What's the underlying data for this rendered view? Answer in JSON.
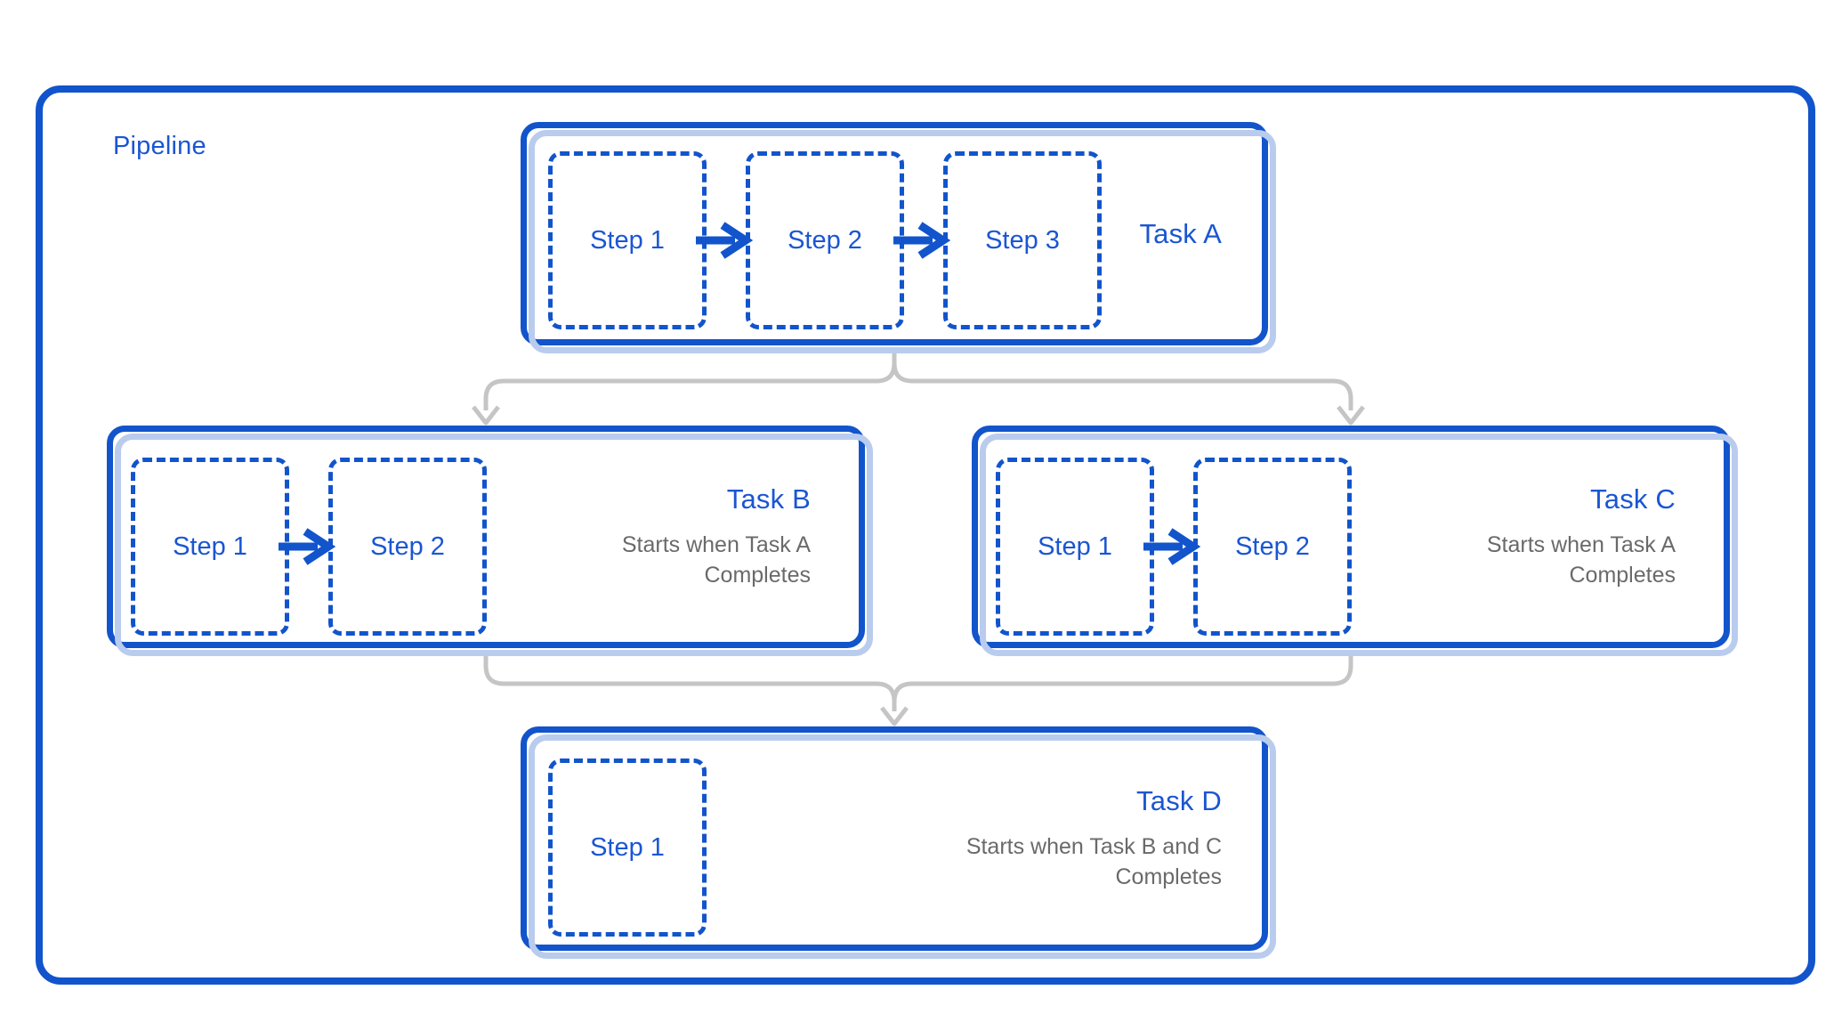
{
  "pipeline": {
    "title": "Pipeline",
    "tasks": [
      {
        "label": "Task A",
        "steps": [
          "Step 1",
          "Step 2",
          "Step 3"
        ]
      },
      {
        "label": "Task B",
        "steps": [
          "Step 1",
          "Step 2"
        ],
        "note": [
          "Starts when Task A",
          "Completes"
        ]
      },
      {
        "label": "Task C",
        "steps": [
          "Step 1",
          "Step 2"
        ],
        "note": [
          "Starts when Task A",
          "Completes"
        ]
      },
      {
        "label": "Task D",
        "steps": [
          "Step 1"
        ],
        "note": [
          "Starts when Task B and C",
          "Completes"
        ]
      }
    ],
    "colors": {
      "border_blue": "#1254cb",
      "text_blue": "#1a56d2",
      "shadow_blue": "#b9ccee",
      "connector_gray": "#c5c5c5",
      "note_gray": "#6a6a6a"
    }
  }
}
